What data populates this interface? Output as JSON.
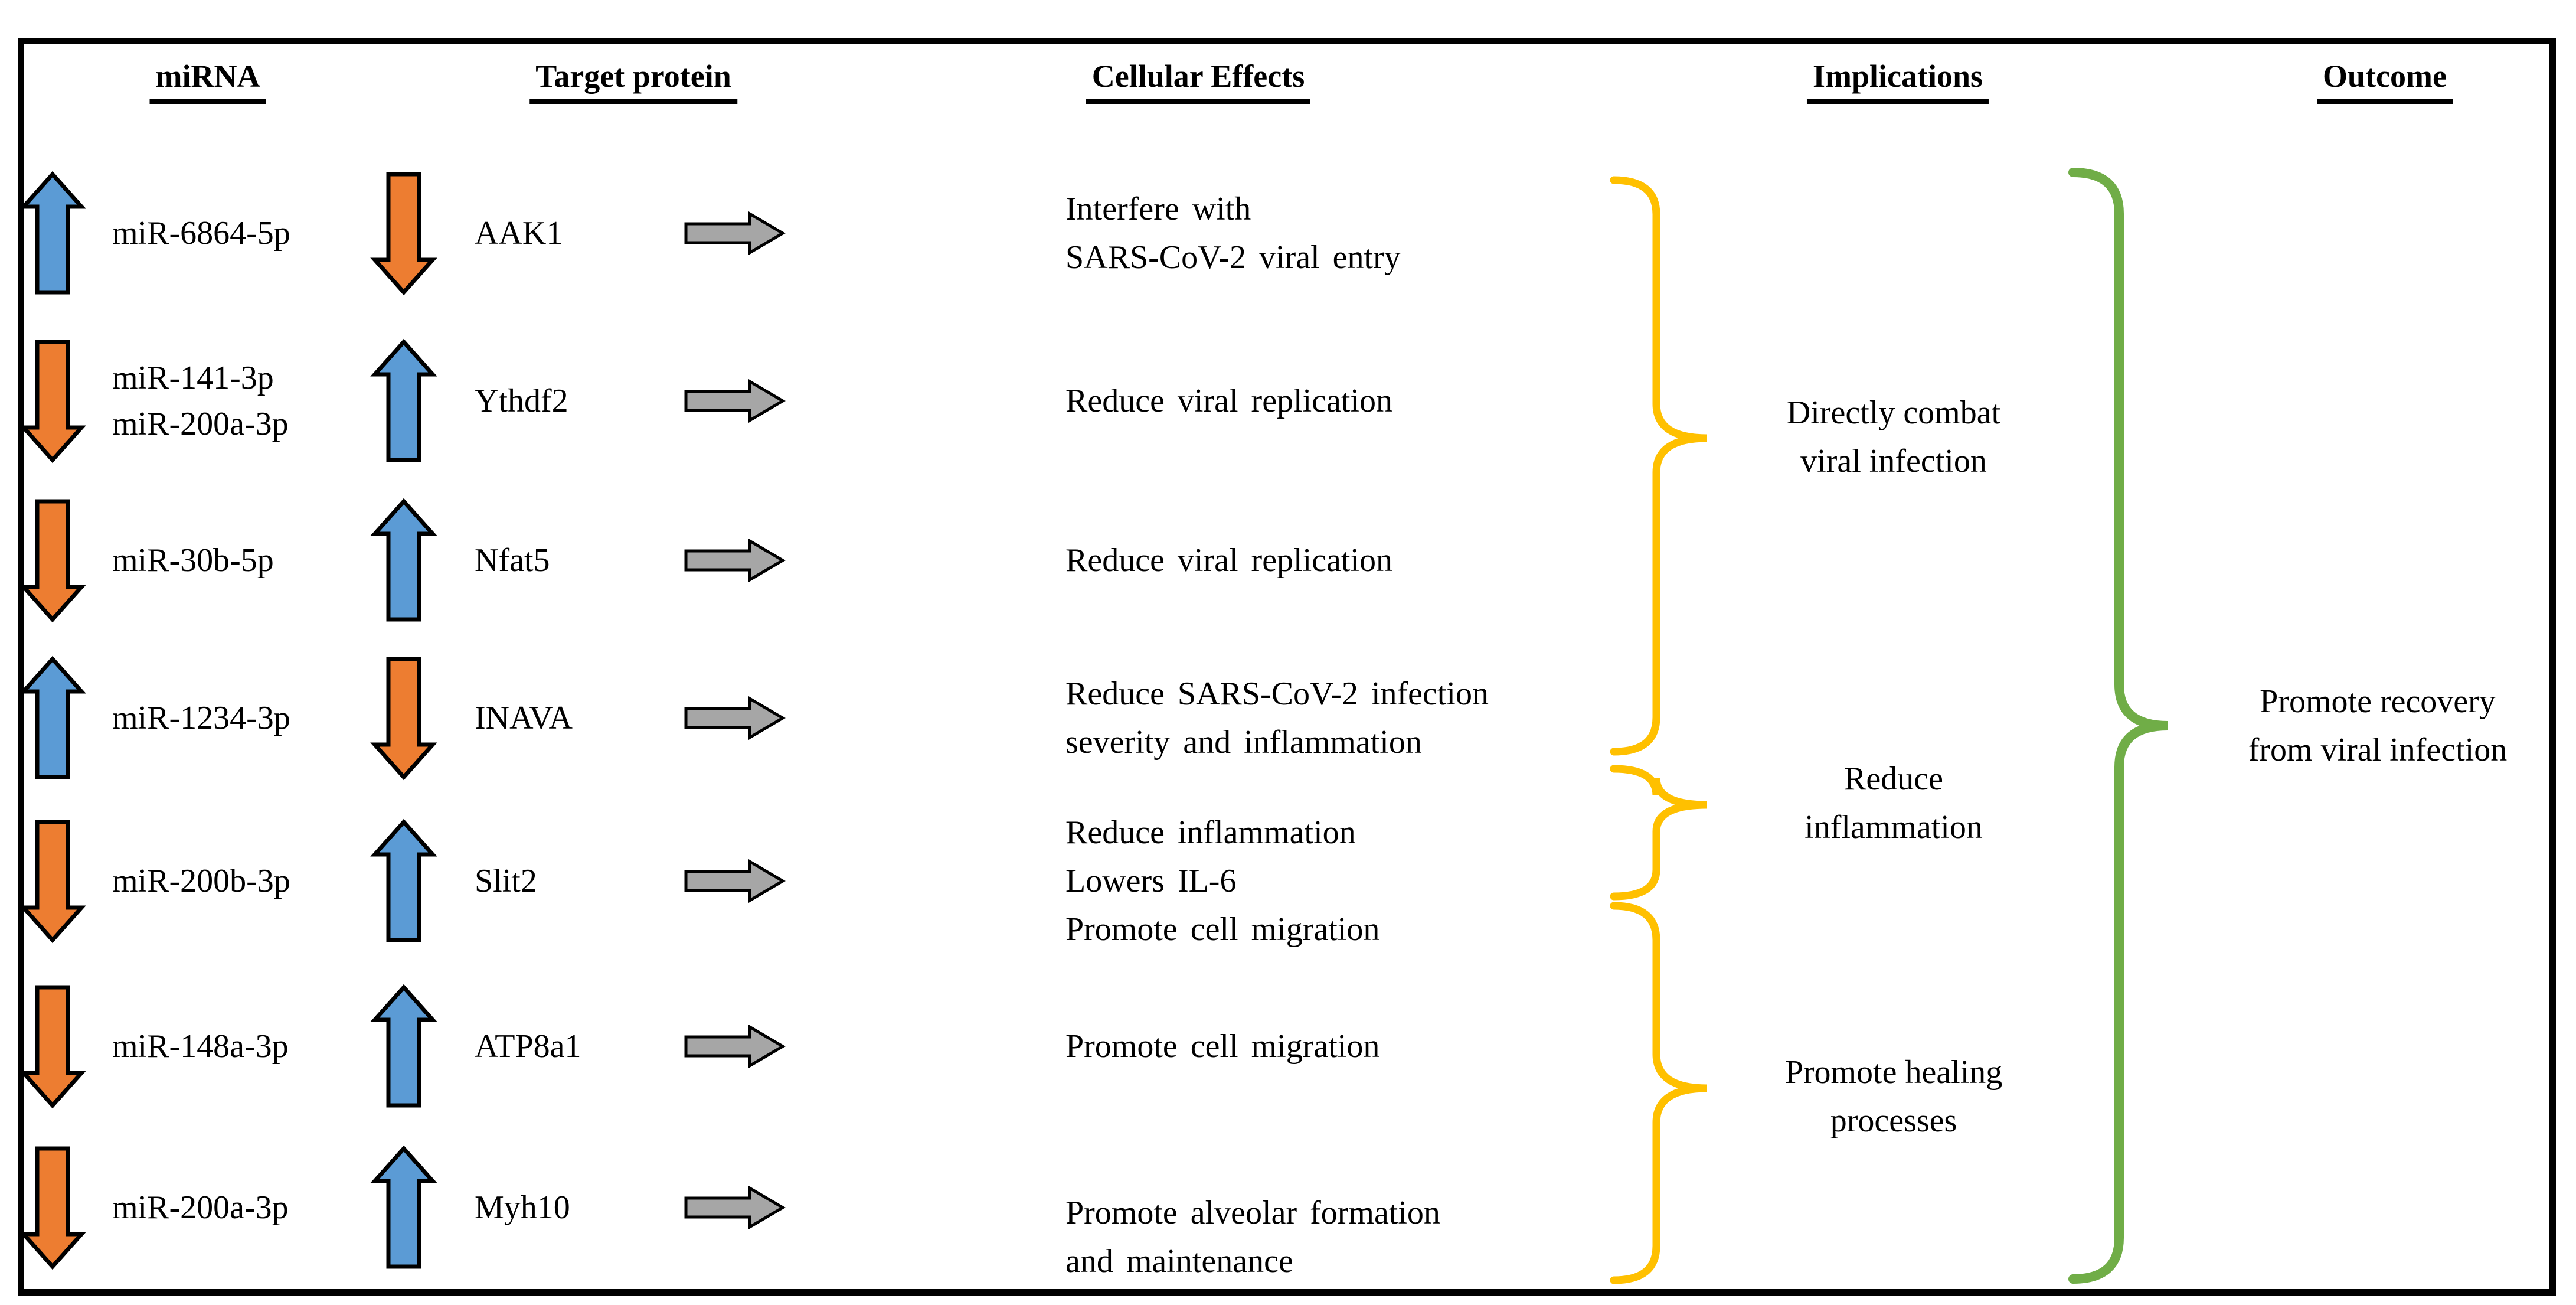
{
  "figure": {
    "columns": [
      "miRNA",
      "Target protein",
      "Cellular Effects",
      "Implications",
      "Outcome"
    ],
    "colors": {
      "up_arrow": "#5B9BD5",
      "down_arrow": "#ED7D31",
      "flow_arrow": "#A6A6A6",
      "arrow_outline": "#000000",
      "implication_brace": "#FFC000",
      "outcome_brace": "#70AD47",
      "text": "#000000",
      "border": "#000000"
    },
    "rows": [
      {
        "mirna_lines": [
          "miR-6864-5p"
        ],
        "mirna_regulation": "up",
        "target": "AAK1",
        "target_regulation": "down",
        "effect_lines": [
          "Interfere with",
          "SARS-CoV-2 viral entry"
        ]
      },
      {
        "mirna_lines": [
          "miR-141-3p",
          "miR-200a-3p"
        ],
        "mirna_regulation": "down",
        "target": "Ythdf2",
        "target_regulation": "up",
        "effect_lines": [
          "Reduce viral replication"
        ]
      },
      {
        "mirna_lines": [
          "miR-30b-5p"
        ],
        "mirna_regulation": "down",
        "target": "Nfat5",
        "target_regulation": "up",
        "effect_lines": [
          "Reduce viral replication"
        ]
      },
      {
        "mirna_lines": [
          "miR-1234-3p"
        ],
        "mirna_regulation": "up",
        "target": "INAVA",
        "target_regulation": "down",
        "effect_lines": [
          "Reduce SARS-CoV-2 infection",
          "severity and inflammation"
        ]
      },
      {
        "mirna_lines": [
          "miR-200b-3p"
        ],
        "mirna_regulation": "down",
        "target": "Slit2",
        "target_regulation": "up",
        "effect_lines": [
          "Reduce inflammation",
          "Lowers IL-6",
          "Promote cell migration"
        ]
      },
      {
        "mirna_lines": [
          "miR-148a-3p"
        ],
        "mirna_regulation": "down",
        "target": "ATP8a1",
        "target_regulation": "up",
        "effect_lines": [
          "Promote cell migration"
        ]
      },
      {
        "mirna_lines": [
          "miR-200a-3p"
        ],
        "mirna_regulation": "down",
        "target": "Myh10",
        "target_regulation": "up",
        "effect_lines": [
          "Promote alveolar formation",
          "and maintenance"
        ]
      }
    ],
    "implications": [
      {
        "lines": [
          "Directly combat",
          "viral infection"
        ],
        "row_span": [
          1,
          4
        ]
      },
      {
        "lines": [
          "Reduce",
          "inflammation"
        ],
        "row_span": [
          4,
          5
        ]
      },
      {
        "lines": [
          "Promote healing",
          "processes"
        ],
        "row_span": [
          5,
          7
        ]
      }
    ],
    "outcome": {
      "lines": [
        "Promote recovery",
        "from viral infection"
      ]
    }
  }
}
